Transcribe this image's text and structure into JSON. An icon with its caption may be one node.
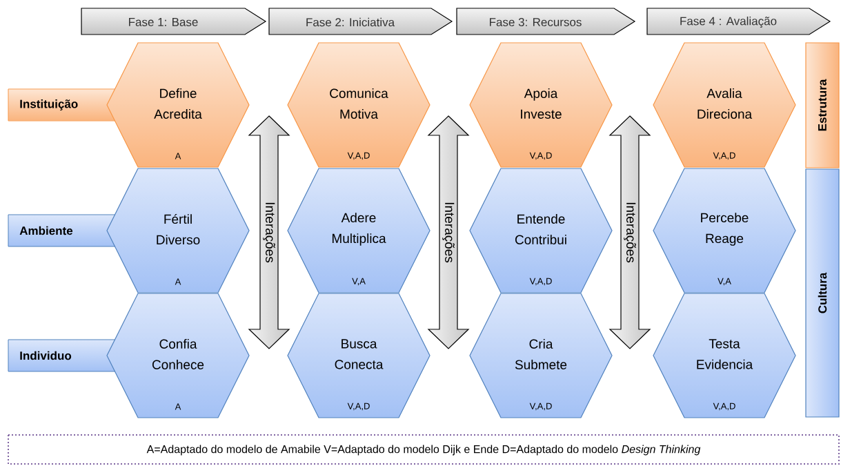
{
  "diagram": {
    "nodes": [
      {
        "text": [
          "Fase 1: Base"
        ]
      },
      {
        "text": [
          "Fase 2: Iniciativa"
        ]
      },
      {
        "text": [
          "Fase 3: Recursos"
        ]
      },
      {
        "text": [
          "Fase 4 : Avaliação"
        ]
      },
      {
        "text": [
          "Instituição"
        ]
      },
      {
        "text": [
          "Ambiente"
        ]
      },
      {
        "text": [
          "Individuo"
        ]
      },
      {
        "text": [
          "Define Acredita",
          "A"
        ]
      },
      {
        "text": [
          "Comunica Motiva",
          "V,A,D"
        ]
      },
      {
        "text": [
          "Apoia Investe",
          "V,A,D"
        ]
      },
      {
        "text": [
          "Avalia Direciona",
          "V,A,D"
        ]
      },
      {
        "text": [
          "Fértil Diverso",
          "A"
        ]
      },
      {
        "text": [
          "Adere Multiplica",
          "V,A"
        ]
      },
      {
        "text": [
          "Entende Contribui",
          "V,A,D"
        ]
      },
      {
        "text": [
          "Percebe Reage",
          "V,A"
        ]
      },
      {
        "text": [
          "Confia Conhece",
          "A"
        ]
      },
      {
        "text": [
          "Busca Conecta",
          "V,A,D"
        ]
      },
      {
        "text": [
          "Cria Submete",
          "V,A,D"
        ]
      },
      {
        "text": [
          "Testa Evidencia",
          "V,A,D"
        ]
      },
      {
        "text": [
          "Interações"
        ]
      },
      {
        "text": [
          "Interações"
        ]
      },
      {
        "text": [
          "Interações"
        ]
      },
      {
        "text": [
          "Estrutura"
        ]
      },
      {
        "text": [
          "Cultura"
        ]
      },
      {
        "text": [
          "A=Adaptado do modelo de Amabile V=Adaptado do modelo Dijk e Ende D=Adaptado do modelo *Design Thinking*"
        ]
      }
    ]
  }
}
